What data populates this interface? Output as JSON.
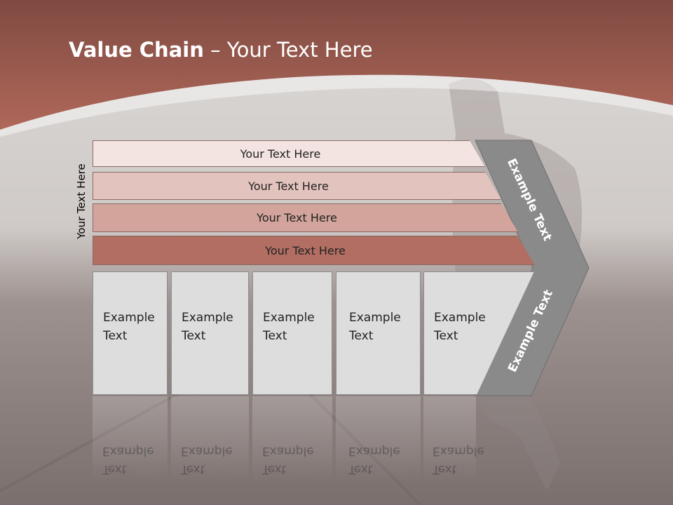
{
  "title": {
    "bold": "Value Chain",
    "rest": " – Your Text Here"
  },
  "side_label": "Your Text Here",
  "bands": [
    "Your Text Here",
    "Your Text Here",
    "Your Text Here",
    "Your Text Here"
  ],
  "boxes": [
    {
      "line1": "Example",
      "line2": "Text"
    },
    {
      "line1": "Example",
      "line2": "Text"
    },
    {
      "line1": "Example",
      "line2": "Text"
    },
    {
      "line1": "Example",
      "line2": "Text"
    },
    {
      "line1": "Example",
      "line2": "Text"
    }
  ],
  "chevron_top_label": "Example Text",
  "chevron_bottom_label": "Example Text",
  "colors": {
    "header": "#a35a4d",
    "band1": "#f3e4e1",
    "band2": "#e3c3bd",
    "band3": "#d2a49b",
    "band4": "#b26e62",
    "chevron": "#8a8a8a"
  }
}
